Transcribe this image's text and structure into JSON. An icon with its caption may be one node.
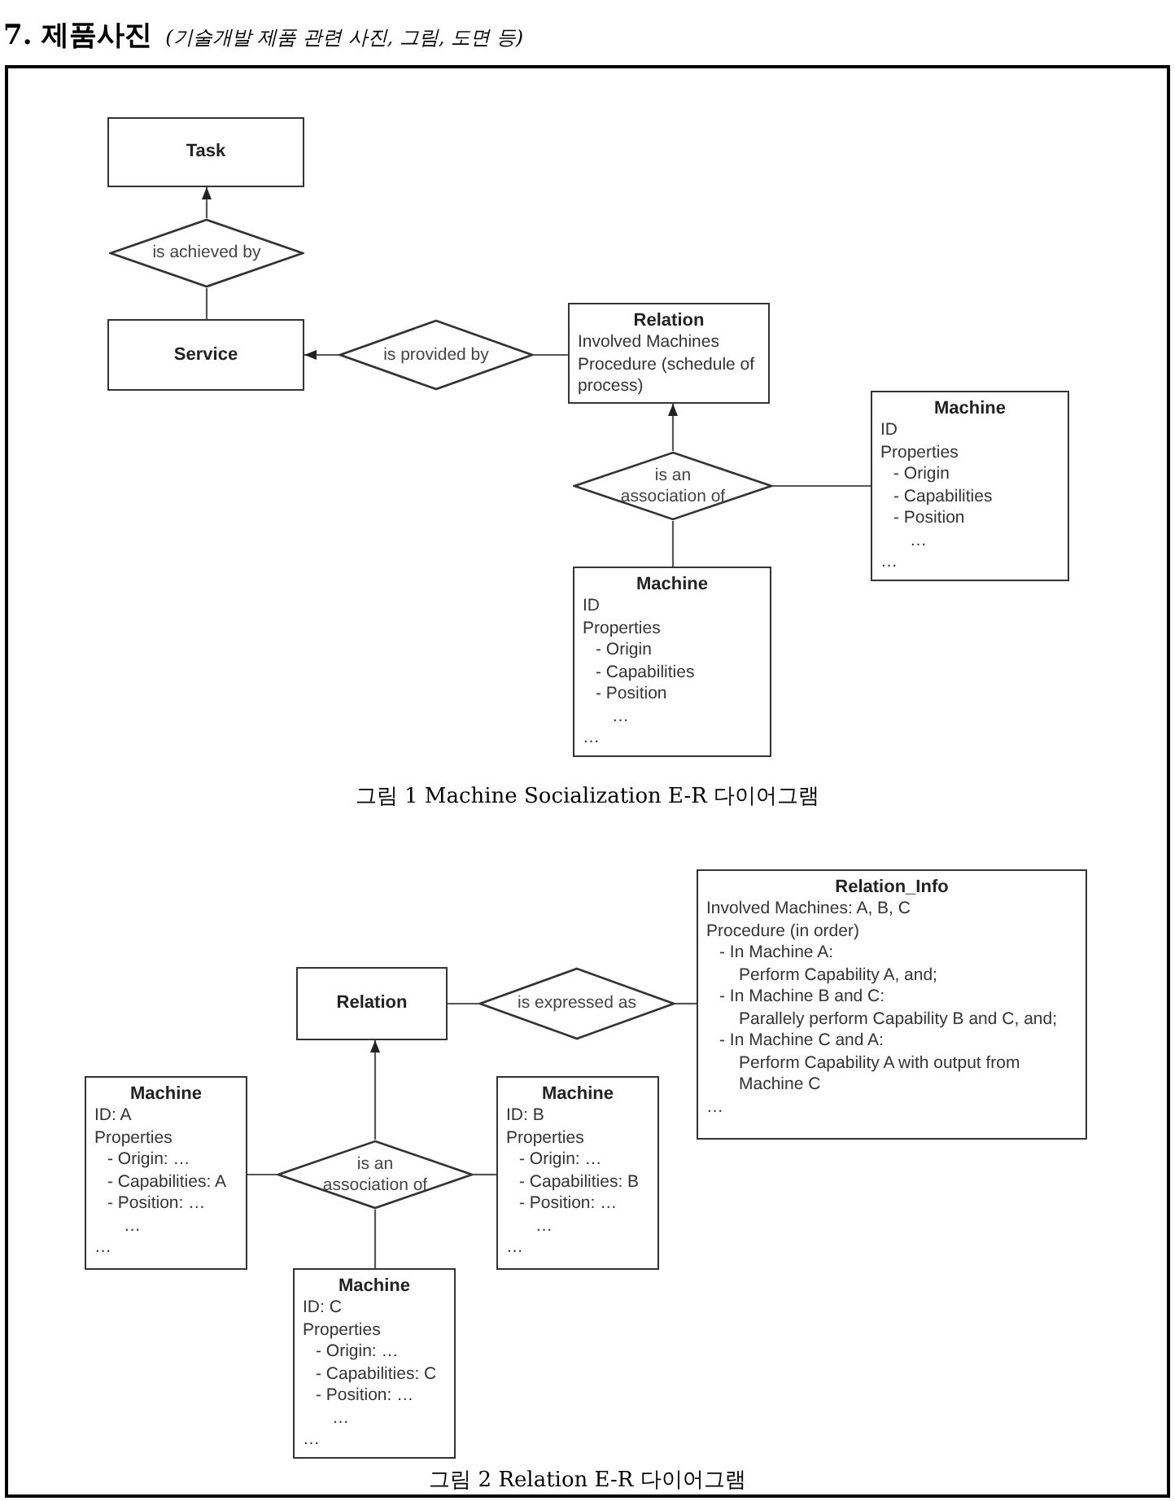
{
  "diagram": {
    "title": "7. 제품사진",
    "nodes": [
      {
        "text": [
          "Task"
        ]
      },
      {
        "text": [
          "is achieved by"
        ]
      },
      {
        "text": [
          "Service"
        ]
      },
      {
        "text": [
          "is provided by"
        ]
      },
      {
        "text": [
          "Relation",
          "Involved Machines",
          "Procedure (schedule of process)"
        ]
      },
      {
        "text": [
          "is an association of"
        ]
      },
      {
        "text": [
          "Machine",
          "ID",
          "Properties",
          "- Origin",
          "- Capabilities",
          "- Position",
          "…",
          "…"
        ]
      },
      {
        "text": [
          "Machine",
          "ID",
          "Properties",
          "- Origin",
          "- Capabilities",
          "- Position",
          "…",
          "…"
        ]
      },
      {
        "text": [
          "Relation"
        ]
      },
      {
        "text": [
          "is expressed as"
        ]
      },
      {
        "text": [
          "Relation_Info",
          "Involved Machines: A, B, C",
          "Procedure (in order)",
          "- In Machine A:",
          "Perform Capability A, and;",
          "- In Machine B and C:",
          "Parallely perform Capability B and C, and;",
          "- In Machine C and A:",
          "Perform Capability A with output from Machine C",
          "…"
        ]
      },
      {
        "text": [
          "Machine",
          "ID: A",
          "Properties",
          "- Origin: …",
          "- Capabilities: A",
          "- Position: …",
          "…",
          "…"
        ]
      },
      {
        "text": [
          "is an association of"
        ]
      },
      {
        "text": [
          "Machine",
          "ID: B",
          "Properties",
          "- Origin: …",
          "- Capabilities: B",
          "- Position: …",
          "…",
          "…"
        ]
      },
      {
        "text": [
          "Machine",
          "ID: C",
          "Properties",
          "- Origin: …",
          "- Capabilities: C",
          "- Position: …",
          "…",
          "…"
        ]
      }
    ],
    "edges": [
      {
        "from": 1,
        "to": 0,
        "arrow": "to"
      },
      {
        "from": 2,
        "to": 1,
        "arrow": "none"
      },
      {
        "from": 3,
        "to": 2,
        "arrow": "to"
      },
      {
        "from": 4,
        "to": 3,
        "arrow": "none"
      },
      {
        "from": 5,
        "to": 4,
        "arrow": "to"
      },
      {
        "from": 6,
        "to": 5,
        "arrow": "none"
      },
      {
        "from": 7,
        "to": 5,
        "arrow": "none"
      },
      {
        "from": 8,
        "to": 9,
        "arrow": "none"
      },
      {
        "from": 9,
        "to": 10,
        "arrow": "none"
      },
      {
        "from": 12,
        "to": 8,
        "arrow": "to"
      },
      {
        "from": 11,
        "to": 12,
        "arrow": "none"
      },
      {
        "from": 13,
        "to": 12,
        "arrow": "none"
      },
      {
        "from": 14,
        "to": 12,
        "arrow": "none"
      }
    ],
    "labels": [
      "(기술개발 제품 관련 사진, 그림, 도면 등)",
      "그림 1 Machine Socialization E-R 다이어그램",
      "그림 2 Relation E-R 다이어그램"
    ]
  }
}
